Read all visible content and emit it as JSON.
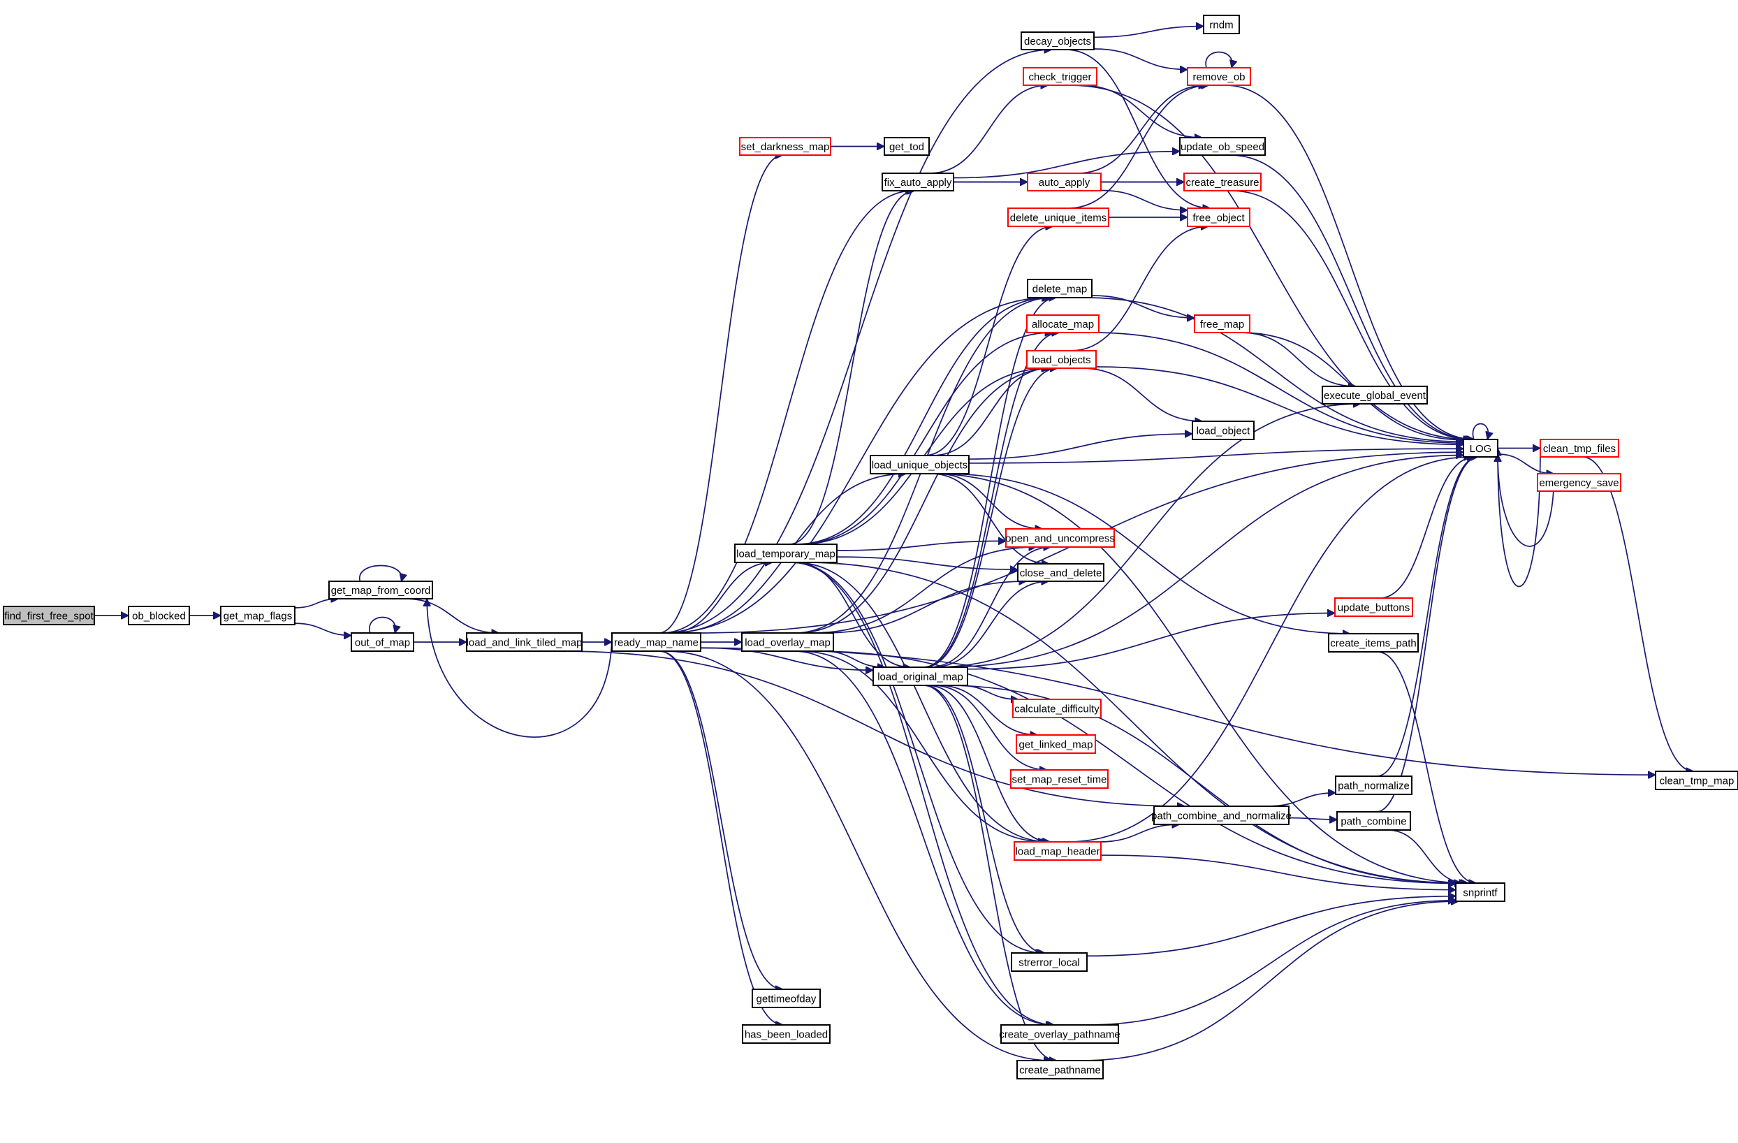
{
  "title": "Call graph of find_first_free_spot",
  "colors": {
    "edge": "#191970",
    "root_fill": "#bfbfbf",
    "node_fill": "#ffffff",
    "node_border": "#000000",
    "truncated_border": "#ff0000"
  },
  "nodes": [
    {
      "id": "find_first_free_spot",
      "label": "find_first_free_spot",
      "style": "root"
    },
    {
      "id": "ob_blocked",
      "label": "ob_blocked",
      "style": "normal"
    },
    {
      "id": "get_map_flags",
      "label": "get_map_flags",
      "style": "normal"
    },
    {
      "id": "get_map_from_coord",
      "label": "get_map_from_coord",
      "style": "normal"
    },
    {
      "id": "out_of_map",
      "label": "out_of_map",
      "style": "normal"
    },
    {
      "id": "load_and_link_tiled_map",
      "label": "load_and_link_tiled_map",
      "style": "normal"
    },
    {
      "id": "ready_map_name",
      "label": "ready_map_name",
      "style": "normal"
    },
    {
      "id": "load_temporary_map",
      "label": "load_temporary_map",
      "style": "normal"
    },
    {
      "id": "load_overlay_map",
      "label": "load_overlay_map",
      "style": "normal"
    },
    {
      "id": "load_original_map",
      "label": "load_original_map",
      "style": "normal"
    },
    {
      "id": "load_unique_objects",
      "label": "load_unique_objects",
      "style": "normal"
    },
    {
      "id": "set_darkness_map",
      "label": "set_darkness_map",
      "style": "truncated"
    },
    {
      "id": "get_tod",
      "label": "get_tod",
      "style": "normal"
    },
    {
      "id": "fix_auto_apply",
      "label": "fix_auto_apply",
      "style": "normal"
    },
    {
      "id": "decay_objects",
      "label": "decay_objects",
      "style": "normal"
    },
    {
      "id": "rndm",
      "label": "rndm",
      "style": "normal"
    },
    {
      "id": "check_trigger",
      "label": "check_trigger",
      "style": "truncated"
    },
    {
      "id": "remove_ob",
      "label": "remove_ob",
      "style": "truncated"
    },
    {
      "id": "auto_apply",
      "label": "auto_apply",
      "style": "truncated"
    },
    {
      "id": "update_ob_speed",
      "label": "update_ob_speed",
      "style": "normal"
    },
    {
      "id": "create_treasure",
      "label": "create_treasure",
      "style": "truncated"
    },
    {
      "id": "delete_unique_items",
      "label": "delete_unique_items",
      "style": "truncated"
    },
    {
      "id": "free_object",
      "label": "free_object",
      "style": "truncated"
    },
    {
      "id": "delete_map",
      "label": "delete_map",
      "style": "normal"
    },
    {
      "id": "allocate_map",
      "label": "allocate_map",
      "style": "truncated"
    },
    {
      "id": "load_objects",
      "label": "load_objects",
      "style": "truncated"
    },
    {
      "id": "free_map",
      "label": "free_map",
      "style": "truncated"
    },
    {
      "id": "execute_global_event",
      "label": "execute_global_event",
      "style": "normal"
    },
    {
      "id": "load_object",
      "label": "load_object",
      "style": "normal"
    },
    {
      "id": "LOG",
      "label": "LOG",
      "style": "normal"
    },
    {
      "id": "clean_tmp_files",
      "label": "clean_tmp_files",
      "style": "truncated"
    },
    {
      "id": "emergency_save",
      "label": "emergency_save",
      "style": "truncated"
    },
    {
      "id": "open_and_uncompress",
      "label": "open_and_uncompress",
      "style": "truncated"
    },
    {
      "id": "close_and_delete",
      "label": "close_and_delete",
      "style": "normal"
    },
    {
      "id": "update_buttons",
      "label": "update_buttons",
      "style": "truncated"
    },
    {
      "id": "create_items_path",
      "label": "create_items_path",
      "style": "normal"
    },
    {
      "id": "calculate_difficulty",
      "label": "calculate_difficulty",
      "style": "truncated"
    },
    {
      "id": "get_linked_map",
      "label": "get_linked_map",
      "style": "truncated"
    },
    {
      "id": "set_map_reset_time",
      "label": "set_map_reset_time",
      "style": "truncated"
    },
    {
      "id": "load_map_header",
      "label": "load_map_header",
      "style": "truncated"
    },
    {
      "id": "path_combine_and_normalize",
      "label": "path_combine_and_normalize",
      "style": "normal"
    },
    {
      "id": "path_normalize",
      "label": "path_normalize",
      "style": "normal"
    },
    {
      "id": "path_combine",
      "label": "path_combine",
      "style": "normal"
    },
    {
      "id": "snprintf",
      "label": "snprintf",
      "style": "normal"
    },
    {
      "id": "clean_tmp_map",
      "label": "clean_tmp_map",
      "style": "normal"
    },
    {
      "id": "strerror_local",
      "label": "strerror_local",
      "style": "normal"
    },
    {
      "id": "gettimeofday",
      "label": "gettimeofday",
      "style": "normal"
    },
    {
      "id": "has_been_loaded",
      "label": "has_been_loaded",
      "style": "normal"
    },
    {
      "id": "create_overlay_pathname",
      "label": "create_overlay_pathname",
      "style": "normal"
    },
    {
      "id": "create_pathname",
      "label": "create_pathname",
      "style": "normal"
    }
  ],
  "edges": [
    [
      "find_first_free_spot",
      "ob_blocked"
    ],
    [
      "ob_blocked",
      "get_map_flags"
    ],
    [
      "get_map_flags",
      "get_map_from_coord"
    ],
    [
      "get_map_flags",
      "out_of_map"
    ],
    [
      "get_map_from_coord",
      "get_map_from_coord"
    ],
    [
      "get_map_from_coord",
      "load_and_link_tiled_map"
    ],
    [
      "out_of_map",
      "out_of_map"
    ],
    [
      "out_of_map",
      "load_and_link_tiled_map"
    ],
    [
      "load_and_link_tiled_map",
      "ready_map_name"
    ],
    [
      "load_and_link_tiled_map",
      "path_combine_and_normalize"
    ],
    [
      "ready_map_name",
      "decay_objects"
    ],
    [
      "ready_map_name",
      "set_darkness_map"
    ],
    [
      "ready_map_name",
      "fix_auto_apply"
    ],
    [
      "ready_map_name",
      "delete_map"
    ],
    [
      "ready_map_name",
      "load_unique_objects"
    ],
    [
      "ready_map_name",
      "load_temporary_map"
    ],
    [
      "ready_map_name",
      "load_overlay_map"
    ],
    [
      "ready_map_name",
      "load_original_map"
    ],
    [
      "ready_map_name",
      "LOG"
    ],
    [
      "ready_map_name",
      "gettimeofday"
    ],
    [
      "ready_map_name",
      "has_been_loaded"
    ],
    [
      "ready_map_name",
      "create_pathname"
    ],
    [
      "ready_map_name",
      "clean_tmp_map"
    ],
    [
      "ready_map_name",
      "get_map_from_coord"
    ],
    [
      "set_darkness_map",
      "get_tod"
    ],
    [
      "fix_auto_apply",
      "check_trigger"
    ],
    [
      "fix_auto_apply",
      "update_ob_speed"
    ],
    [
      "fix_auto_apply",
      "create_treasure"
    ],
    [
      "fix_auto_apply",
      "auto_apply"
    ],
    [
      "decay_objects",
      "rndm"
    ],
    [
      "decay_objects",
      "remove_ob"
    ],
    [
      "decay_objects",
      "free_object"
    ],
    [
      "check_trigger",
      "update_ob_speed"
    ],
    [
      "check_trigger",
      "LOG"
    ],
    [
      "remove_ob",
      "remove_ob"
    ],
    [
      "remove_ob",
      "LOG"
    ],
    [
      "auto_apply",
      "remove_ob"
    ],
    [
      "auto_apply",
      "create_treasure"
    ],
    [
      "auto_apply",
      "free_object"
    ],
    [
      "delete_unique_items",
      "remove_ob"
    ],
    [
      "delete_unique_items",
      "free_object"
    ],
    [
      "update_ob_speed",
      "LOG"
    ],
    [
      "create_treasure",
      "LOG"
    ],
    [
      "delete_map",
      "free_map"
    ],
    [
      "delete_map",
      "LOG"
    ],
    [
      "allocate_map",
      "LOG"
    ],
    [
      "load_objects",
      "free_object"
    ],
    [
      "load_objects",
      "load_object"
    ],
    [
      "load_objects",
      "LOG"
    ],
    [
      "free_map",
      "execute_global_event"
    ],
    [
      "free_map",
      "LOG"
    ],
    [
      "LOG",
      "LOG"
    ],
    [
      "LOG",
      "clean_tmp_files"
    ],
    [
      "LOG",
      "emergency_save"
    ],
    [
      "clean_tmp_files",
      "LOG"
    ],
    [
      "clean_tmp_files",
      "clean_tmp_map"
    ],
    [
      "emergency_save",
      "LOG"
    ],
    [
      "load_unique_objects",
      "delete_unique_items"
    ],
    [
      "load_unique_objects",
      "load_objects"
    ],
    [
      "load_unique_objects",
      "load_object"
    ],
    [
      "load_unique_objects",
      "LOG"
    ],
    [
      "load_unique_objects",
      "open_and_uncompress"
    ],
    [
      "load_unique_objects",
      "close_and_delete"
    ],
    [
      "load_unique_objects",
      "create_items_path"
    ],
    [
      "load_unique_objects",
      "snprintf"
    ],
    [
      "load_temporary_map",
      "fix_auto_apply"
    ],
    [
      "load_temporary_map",
      "delete_map"
    ],
    [
      "load_temporary_map",
      "allocate_map"
    ],
    [
      "load_temporary_map",
      "load_objects"
    ],
    [
      "load_temporary_map",
      "open_and_uncompress"
    ],
    [
      "load_temporary_map",
      "close_and_delete"
    ],
    [
      "load_temporary_map",
      "load_original_map"
    ],
    [
      "load_temporary_map",
      "load_map_header"
    ],
    [
      "load_temporary_map",
      "snprintf"
    ],
    [
      "load_temporary_map",
      "strerror_local"
    ],
    [
      "load_temporary_map",
      "create_overlay_pathname"
    ],
    [
      "load_overlay_map",
      "delete_map"
    ],
    [
      "load_overlay_map",
      "load_objects"
    ],
    [
      "load_overlay_map",
      "open_and_uncompress"
    ],
    [
      "load_overlay_map",
      "close_and_delete"
    ],
    [
      "load_overlay_map",
      "load_original_map"
    ],
    [
      "load_overlay_map",
      "load_map_header"
    ],
    [
      "load_overlay_map",
      "snprintf"
    ],
    [
      "load_overlay_map",
      "create_overlay_pathname"
    ],
    [
      "load_original_map",
      "delete_map"
    ],
    [
      "load_original_map",
      "allocate_map"
    ],
    [
      "load_original_map",
      "load_objects"
    ],
    [
      "load_original_map",
      "open_and_uncompress"
    ],
    [
      "load_original_map",
      "close_and_delete"
    ],
    [
      "load_original_map",
      "execute_global_event"
    ],
    [
      "load_original_map",
      "LOG"
    ],
    [
      "load_original_map",
      "update_buttons"
    ],
    [
      "load_original_map",
      "calculate_difficulty"
    ],
    [
      "load_original_map",
      "get_linked_map"
    ],
    [
      "load_original_map",
      "set_map_reset_time"
    ],
    [
      "load_original_map",
      "load_map_header"
    ],
    [
      "load_original_map",
      "snprintf"
    ],
    [
      "load_original_map",
      "strerror_local"
    ],
    [
      "load_original_map",
      "create_pathname"
    ],
    [
      "update_buttons",
      "LOG"
    ],
    [
      "create_items_path",
      "snprintf"
    ],
    [
      "load_map_header",
      "path_combine_and_normalize"
    ],
    [
      "load_map_header",
      "LOG"
    ],
    [
      "load_map_header",
      "snprintf"
    ],
    [
      "path_combine_and_normalize",
      "path_normalize"
    ],
    [
      "path_combine_and_normalize",
      "path_combine"
    ],
    [
      "path_normalize",
      "LOG"
    ],
    [
      "path_combine",
      "LOG"
    ],
    [
      "path_combine",
      "snprintf"
    ],
    [
      "strerror_local",
      "snprintf"
    ],
    [
      "create_overlay_pathname",
      "snprintf"
    ],
    [
      "create_pathname",
      "snprintf"
    ]
  ]
}
